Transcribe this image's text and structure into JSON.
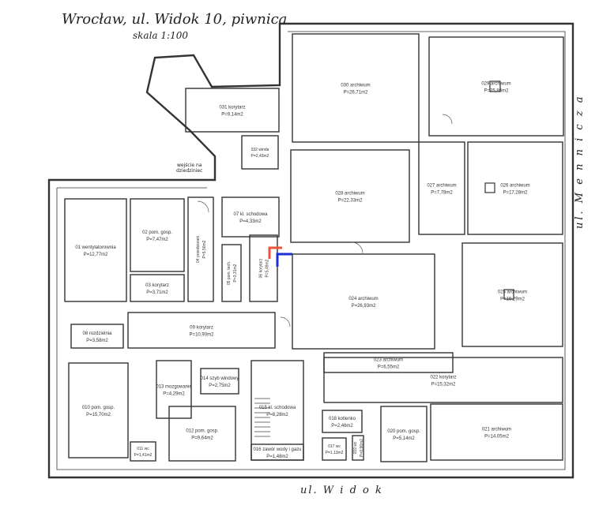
{
  "header": {
    "title": "Wrocław, ul. Widok 10, piwnica",
    "scale": "skala 1:100"
  },
  "streets": {
    "bottom": "ul. W i d o k",
    "right": "ul. M e n n i c z a"
  },
  "entrance": {
    "line1": "wejście na",
    "line2": "dziedziniec"
  },
  "rooms": [
    {
      "id": "030",
      "name": "030 archiwum",
      "area": "P=26,71m2"
    },
    {
      "id": "029",
      "name": "029 archiwum",
      "area": "P=25,86m2"
    },
    {
      "id": "031",
      "name": "031 korytarz",
      "area": "P=9,14m2"
    },
    {
      "id": "032",
      "name": "032 winda",
      "area": "P=2,43m2"
    },
    {
      "id": "028",
      "name": "028 archiwum",
      "area": "P=22,33m2"
    },
    {
      "id": "027",
      "name": "027 archiwum",
      "area": "P=7,78m2"
    },
    {
      "id": "026",
      "name": "026 archiwum",
      "area": "P=17,28m2"
    },
    {
      "id": "07",
      "name": "07 kl. schodowa",
      "area": "P=4,33m2"
    },
    {
      "id": "01",
      "name": "01 wentylatorownia",
      "area": "P=12,77m2"
    },
    {
      "id": "02",
      "name": "02 pom. gosp.",
      "area": "P=7,47m2"
    },
    {
      "id": "04",
      "name": "04 przedsionek",
      "area": "P=5,50m2"
    },
    {
      "id": "05",
      "name": "05 pom. tech.",
      "area": "P=3,31m2"
    },
    {
      "id": "06",
      "name": "06 korytarz",
      "area": "P=5,49m2"
    },
    {
      "id": "03",
      "name": "03 korytarz",
      "area": "P=3,71m2"
    },
    {
      "id": "024",
      "name": "024 archiwum",
      "area": "P=26,93m2"
    },
    {
      "id": "025",
      "name": "025 archiwum",
      "area": "P=19,29m2"
    },
    {
      "id": "08",
      "name": "08 rozdzielnia",
      "area": "P=3,58m2"
    },
    {
      "id": "09",
      "name": "09 korytarz",
      "area": "P=10,90m2"
    },
    {
      "id": "023",
      "name": "023 archiwum",
      "area": "P=6,55m2"
    },
    {
      "id": "022",
      "name": "022 korytarz",
      "area": "P=15,32m2"
    },
    {
      "id": "013",
      "name": "013 mozgowanie",
      "area": "P=4,29m2"
    },
    {
      "id": "014",
      "name": "014 szyb windowy",
      "area": "P=2,75m2"
    },
    {
      "id": "015",
      "name": "015 kl. schodowa",
      "area": "P=8,28m2"
    },
    {
      "id": "010",
      "name": "010 pom. gosp.",
      "area": "P=15,70m2"
    },
    {
      "id": "012",
      "name": "012 pom. gosp.",
      "area": "P=9,64m2"
    },
    {
      "id": "018",
      "name": "018 kotlenko",
      "area": "P=2,46m2"
    },
    {
      "id": "020",
      "name": "020 pom. gosp.",
      "area": "P=5,14m2"
    },
    {
      "id": "021",
      "name": "021 archiwum",
      "area": "P=14,05m2"
    },
    {
      "id": "011",
      "name": "011 wc",
      "area": "P=1,41m2"
    },
    {
      "id": "016",
      "name": "016 zawór wody i gazu",
      "area": "P=1,48m2"
    },
    {
      "id": "017",
      "name": "017 wc",
      "area": "P=1,13m2"
    },
    {
      "id": "019",
      "name": "019 wc",
      "area": "P=0,96m2"
    }
  ]
}
